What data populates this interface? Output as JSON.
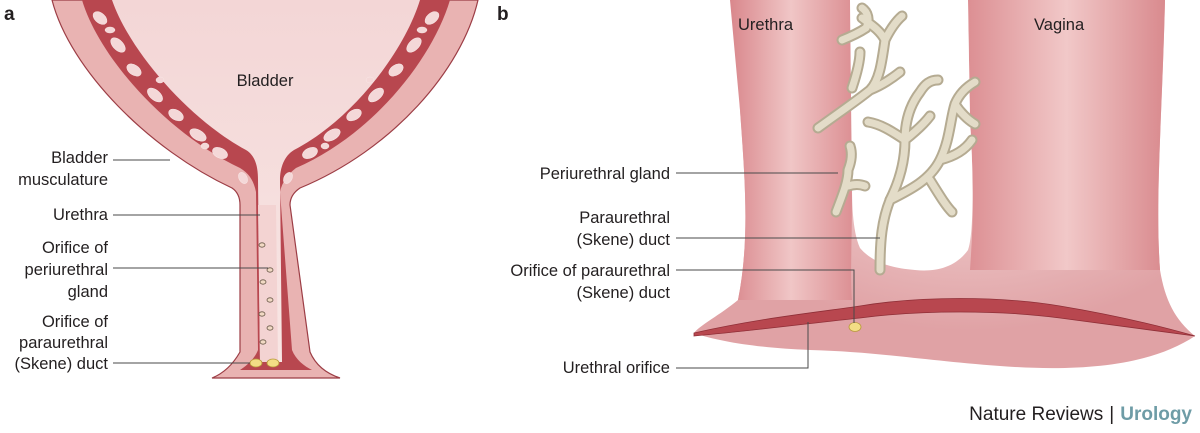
{
  "panel_a": {
    "letter": "a",
    "bladder": "Bladder",
    "labels": {
      "musculature": [
        "Bladder",
        "musculature"
      ],
      "urethra": "Urethra",
      "periurethral_orifice": [
        "Orifice of",
        "periurethral",
        "gland"
      ],
      "skene_orifice": [
        "Orifice of",
        "paraurethral",
        "(Skene) duct"
      ]
    }
  },
  "panel_b": {
    "letter": "b",
    "urethra": "Urethra",
    "vagina": "Vagina",
    "labels": {
      "periurethral_gland": "Periurethral gland",
      "paraurethral_duct": [
        "Paraurethral",
        "(Skene) duct"
      ],
      "orifice_paraurethral": [
        "Orifice of paraurethral",
        "(Skene) duct"
      ],
      "urethral_orifice": "Urethral orifice"
    }
  },
  "credit": {
    "journal": "Nature Reviews",
    "separator": "|",
    "subject": "Urology"
  },
  "colors": {
    "tissue": "#e3a9aa",
    "muscle": "#b8474f",
    "lumen": "#f6dcdb",
    "gland": "#d8d1bd",
    "orifice": "#f3dd85",
    "accent": "#6e9ca6"
  }
}
